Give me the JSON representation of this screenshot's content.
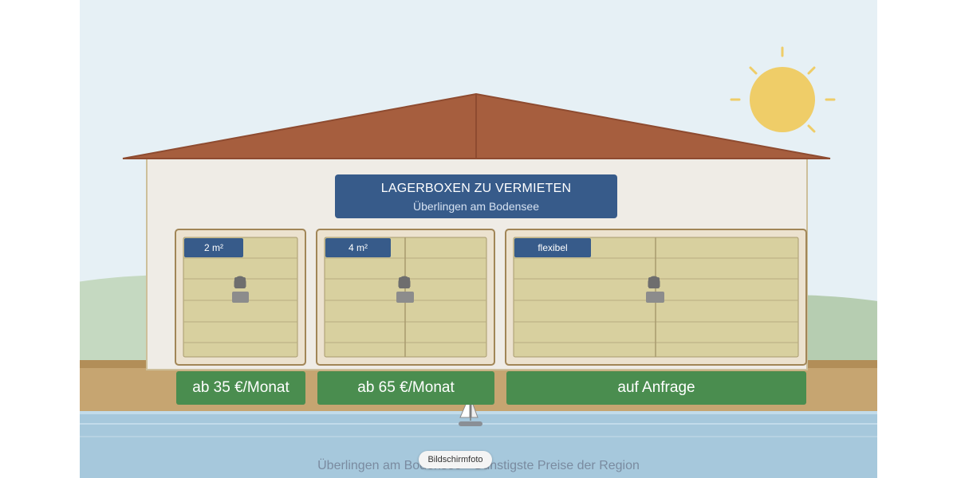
{
  "sign": {
    "title": "LAGERBOXEN ZU VERMIETEN",
    "subtitle": "Überlingen am Bodensee"
  },
  "units": [
    {
      "size_label": "2 m²",
      "price_label": "ab 35 €/Monat"
    },
    {
      "size_label": "4 m²",
      "price_label": "ab 65 €/Monat"
    },
    {
      "size_label": "flexibel",
      "price_label": "auf Anfrage"
    }
  ],
  "footer": {
    "text": "Überlingen am Bodensee · Günstigste Preise der Region"
  },
  "tooltip": {
    "label": "Bildschirmfoto"
  },
  "colors": {
    "sky": "#e6f0f5",
    "roof": "#a65e3e",
    "wall": "#efece6",
    "door": "#d8d09f",
    "sign": "#375b8a",
    "price_button": "#4a8d4f",
    "sun": "#efcd68",
    "water": "#a6c8dc",
    "ground": "#c6a571"
  }
}
